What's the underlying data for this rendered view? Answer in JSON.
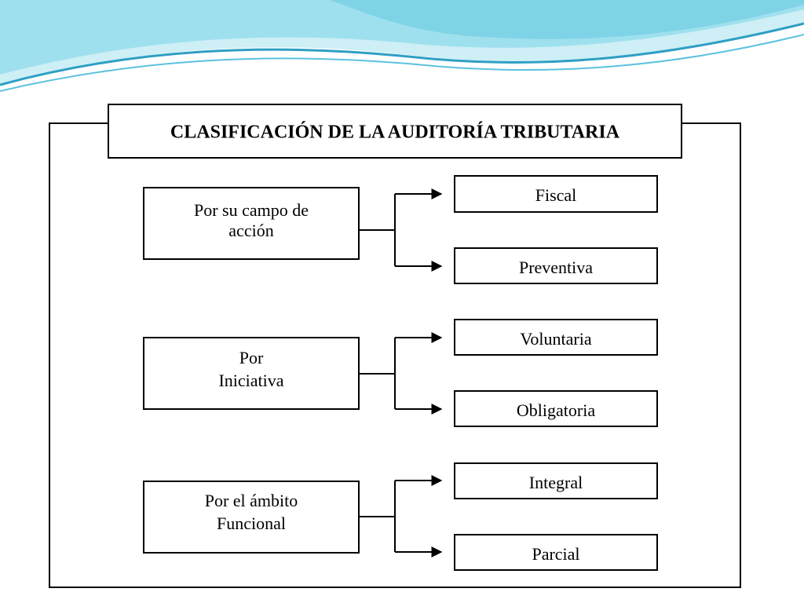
{
  "diagram": {
    "title": "CLASIFICACIÓN DE LA AUDITORÍA TRIBUTARIA",
    "groups": [
      {
        "label_lines": [
          "Por su campo de",
          "acción"
        ],
        "children": [
          "Fiscal",
          "Preventiva"
        ]
      },
      {
        "label_lines": [
          "Por",
          "Iniciativa"
        ],
        "children": [
          "Voluntaria",
          "Obligatoria"
        ]
      },
      {
        "label_lines": [
          "Por el ámbito",
          "Funcional"
        ],
        "children": [
          "Integral",
          "Parcial"
        ]
      }
    ]
  },
  "colors": {
    "wave_light": "#cdeff5",
    "wave_mid": "#7fd3e6",
    "wave_dark": "#2f9fc4",
    "stroke": "#000000"
  }
}
